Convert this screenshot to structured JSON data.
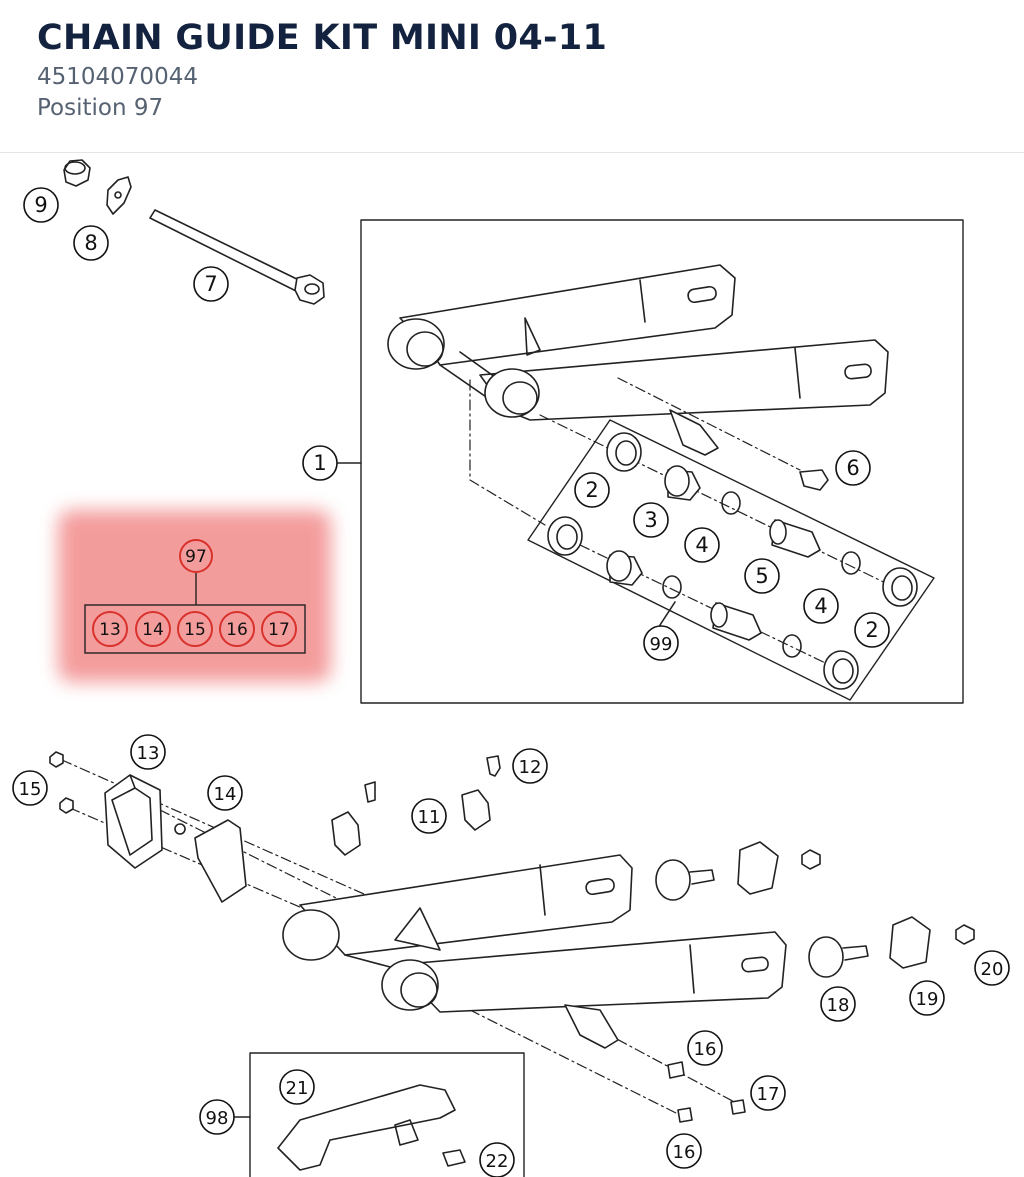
{
  "header": {
    "title": "CHAIN GUIDE KIT MINI 04-11",
    "part_number": "45104070044",
    "position": "Position 97"
  },
  "colors": {
    "title": "#13233f",
    "subtext": "#566272",
    "highlight": "#f28b8b",
    "highlight_callout": "#d9312b",
    "line": "#222222"
  },
  "diagram": {
    "callouts": {
      "c1": "1",
      "c2a": "2",
      "c2b": "2",
      "c3": "3",
      "c4a": "4",
      "c4b": "4",
      "c5": "5",
      "c6": "6",
      "c7": "7",
      "c8": "8",
      "c9": "9",
      "c99": "99",
      "c11": "11",
      "c12": "12",
      "c13": "13",
      "c14": "14",
      "c15": "15",
      "c16a": "16",
      "c16b": "16",
      "c17": "17",
      "c18": "18",
      "c19": "19",
      "c20": "20",
      "c21": "21",
      "c22": "22",
      "c98": "98"
    },
    "highlight_group": {
      "parent": "97",
      "children": [
        "13",
        "14",
        "15",
        "16",
        "17"
      ]
    }
  }
}
